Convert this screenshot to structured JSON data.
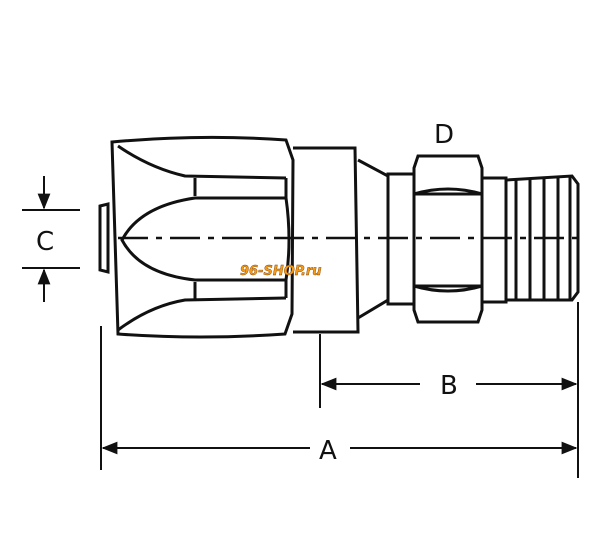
{
  "dimensions": {
    "a": "A",
    "b": "B",
    "c": "C",
    "d": "D"
  },
  "watermark": {
    "text": "96-SHOP.ru",
    "color": "#f39a1a"
  },
  "colors": {
    "ink": "#111111",
    "background": "#ffffff"
  }
}
